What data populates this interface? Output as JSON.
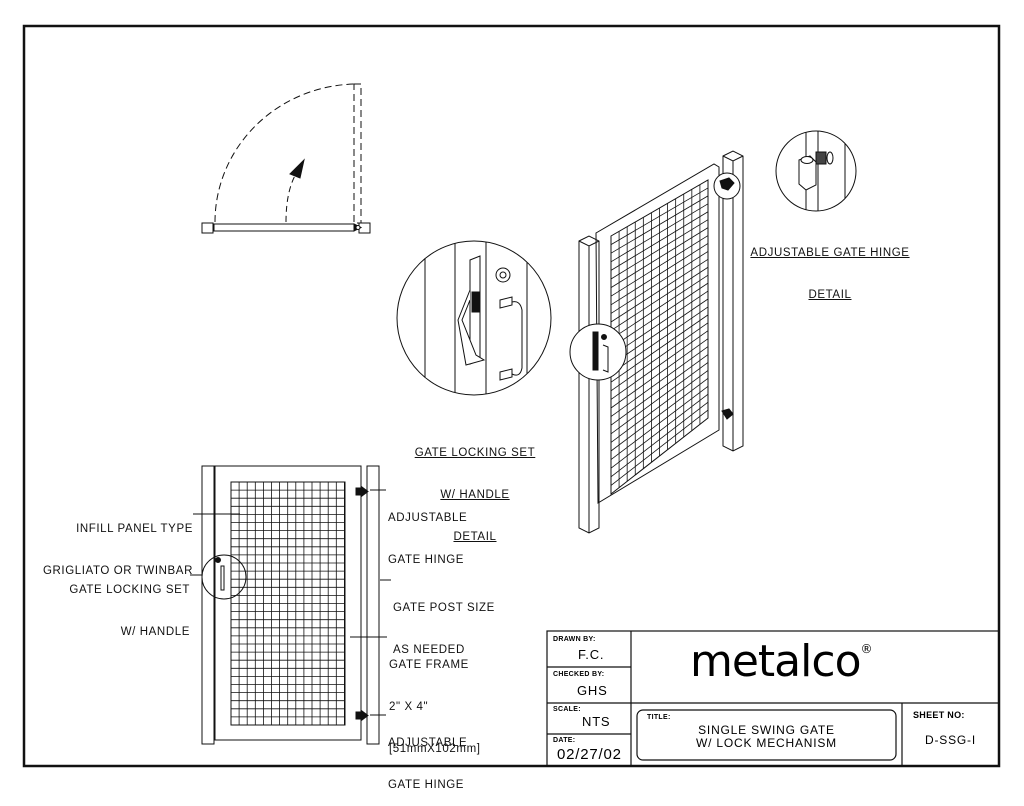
{
  "drawing": {
    "type": "technical shop drawing",
    "subject": "single swing gate with lock mechanism"
  },
  "callouts": {
    "infill_panel": [
      "INFILL PANEL TYPE",
      "GRIGLIATO OR TWINBAR"
    ],
    "locking_set": [
      "GATE LOCKING SET",
      "W/ HANDLE"
    ],
    "hinge_top": [
      "ADJUSTABLE",
      "GATE HINGE"
    ],
    "post_size": [
      "GATE POST SIZE",
      "AS NEEDED"
    ],
    "gate_frame": [
      "GATE FRAME",
      "2\" X 4\"",
      "[51mmX102mm]"
    ],
    "hinge_bottom": [
      "ADJUSTABLE",
      "GATE HINGE"
    ]
  },
  "details": {
    "locking_detail": [
      "GATE LOCKING SET",
      "W/ HANDLE",
      "DETAIL"
    ],
    "hinge_detail": [
      "ADJUSTABLE GATE HINGE",
      "DETAIL"
    ]
  },
  "title_block": {
    "drawn_by_label": "DRAWN BY:",
    "drawn_by": "F.C.",
    "checked_by_label": "CHECKED BY:",
    "checked_by": "GHS",
    "scale_label": "SCALE:",
    "scale": "NTS",
    "date_label": "DATE:",
    "date": "02/27/02",
    "logo": "metalco",
    "logo_mark": "®",
    "title_label": "TITLE:",
    "title_line1": "SINGLE SWING GATE",
    "title_line2": "W/ LOCK MECHANISM",
    "sheet_no_label": "SHEET NO:",
    "sheet_no": "D-SSG-I"
  },
  "colors": {
    "line": "#111111",
    "background": "#ffffff"
  }
}
